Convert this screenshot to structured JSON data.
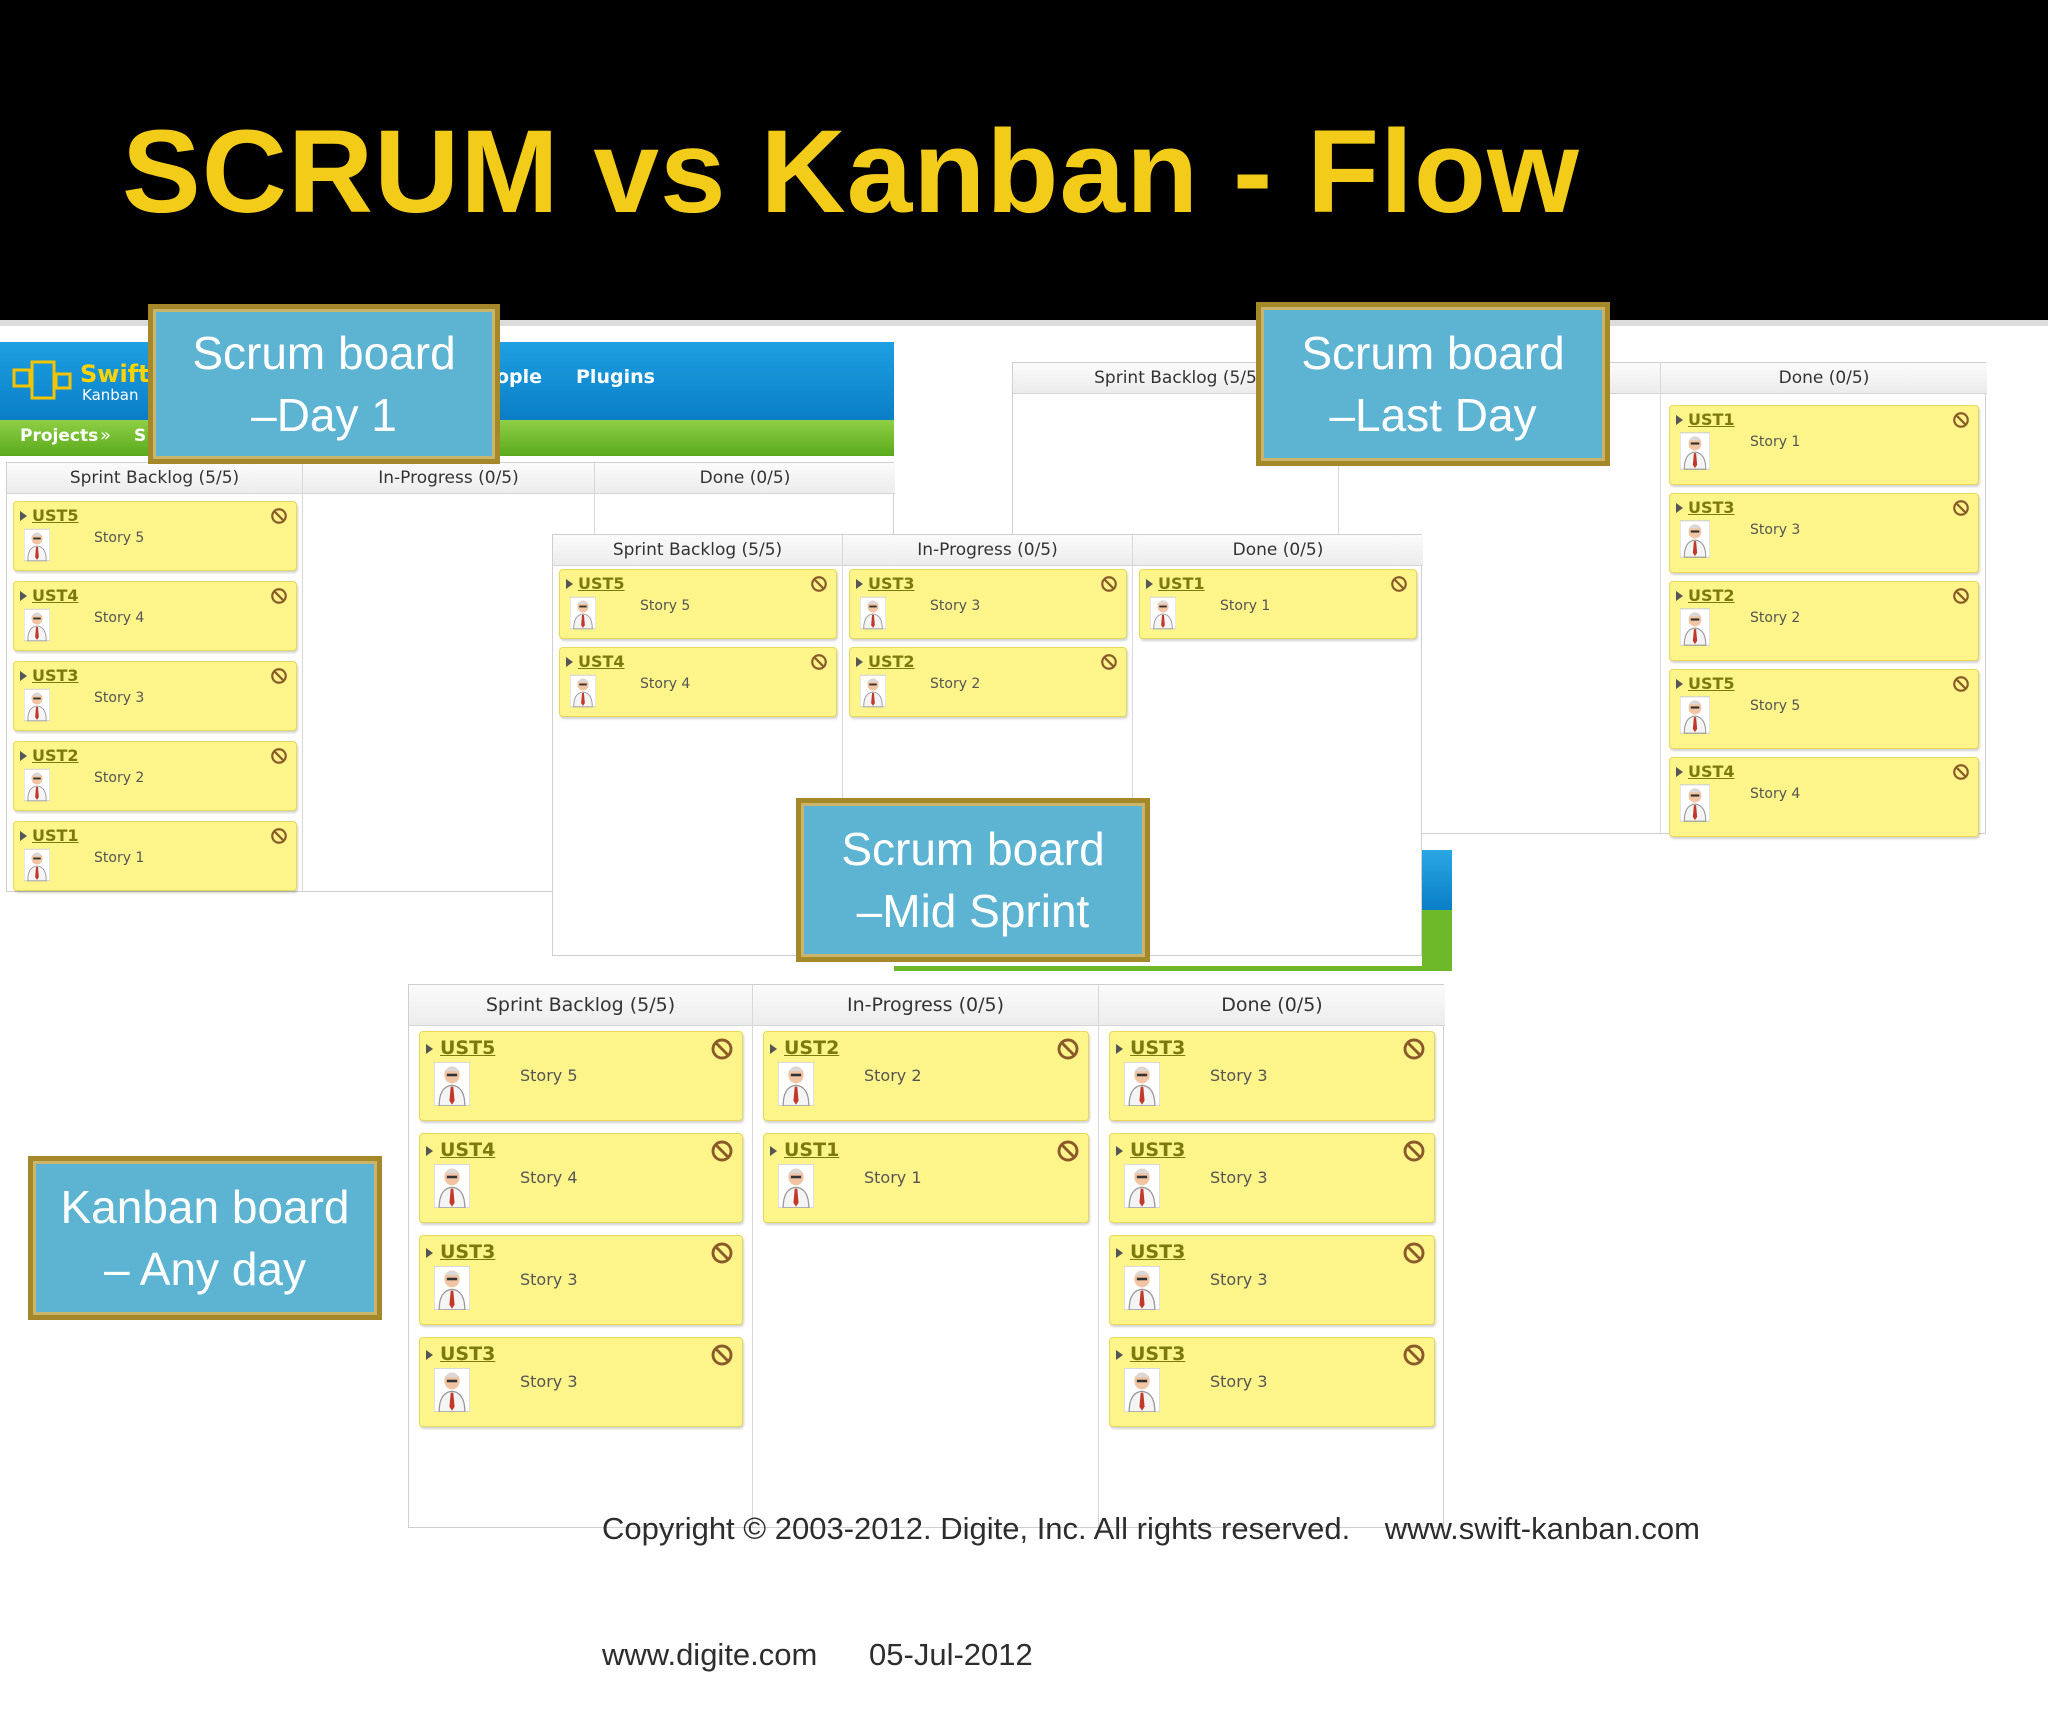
{
  "slide": {
    "title": "SCRUM vs Kanban - Flow"
  },
  "swift_header": {
    "logo_top": "Swift",
    "logo_bottom": "Kanban",
    "nav_partial": "ople",
    "nav_plugins": "Plugins",
    "breadcrumb_projects": "Projects",
    "breadcrumb_sep": "»",
    "breadcrumb_partial": "S"
  },
  "labels": {
    "day1": [
      "Scrum board",
      "–Day 1"
    ],
    "last": [
      "Scrum board",
      "–Last Day"
    ],
    "mid": [
      "Scrum board",
      "–Mid Sprint"
    ],
    "kanban": [
      "Kanban board",
      "– Any day"
    ]
  },
  "boards": {
    "day1": {
      "columns": [
        {
          "title": "Sprint Backlog (5/5)",
          "cards": [
            {
              "id": "UST5",
              "story": "Story 5"
            },
            {
              "id": "UST4",
              "story": "Story 4"
            },
            {
              "id": "UST3",
              "story": "Story 3"
            },
            {
              "id": "UST2",
              "story": "Story 2"
            },
            {
              "id": "UST1",
              "story": "Story 1"
            }
          ]
        },
        {
          "title": "In-Progress (0/5)",
          "cards": []
        },
        {
          "title": "Done (0/5)",
          "cards": []
        }
      ]
    },
    "mid": {
      "columns": [
        {
          "title": "Sprint Backlog (5/5)",
          "cards": [
            {
              "id": "UST5",
              "story": "Story 5"
            },
            {
              "id": "UST4",
              "story": "Story 4"
            }
          ]
        },
        {
          "title": "In-Progress (0/5)",
          "cards": [
            {
              "id": "UST3",
              "story": "Story 3"
            },
            {
              "id": "UST2",
              "story": "Story 2"
            }
          ]
        },
        {
          "title": "Done (0/5)",
          "cards": [
            {
              "id": "UST1",
              "story": "Story 1"
            }
          ]
        }
      ]
    },
    "last": {
      "columns": [
        {
          "title": "Sprint Backlog (5/5",
          "cards": []
        },
        {
          "title": "",
          "cards": []
        },
        {
          "title": "Done (0/5)",
          "cards": [
            {
              "id": "UST1",
              "story": "Story 1"
            },
            {
              "id": "UST3",
              "story": "Story 3"
            },
            {
              "id": "UST2",
              "story": "Story 2"
            },
            {
              "id": "UST5",
              "story": "Story 5"
            },
            {
              "id": "UST4",
              "story": "Story 4"
            }
          ]
        }
      ]
    },
    "kanban": {
      "columns": [
        {
          "title": "Sprint Backlog (5/5)",
          "cards": [
            {
              "id": "UST5",
              "story": "Story 5"
            },
            {
              "id": "UST4",
              "story": "Story 4"
            },
            {
              "id": "UST3",
              "story": "Story 3"
            },
            {
              "id": "UST3",
              "story": "Story 3"
            }
          ]
        },
        {
          "title": "In-Progress (0/5)",
          "cards": [
            {
              "id": "UST2",
              "story": "Story 2"
            },
            {
              "id": "UST1",
              "story": "Story 1"
            }
          ]
        },
        {
          "title": "Done (0/5)",
          "cards": [
            {
              "id": "UST3",
              "story": "Story 3"
            },
            {
              "id": "UST3",
              "story": "Story 3"
            },
            {
              "id": "UST3",
              "story": "Story 3"
            },
            {
              "id": "UST3",
              "story": "Story 3"
            }
          ]
        }
      ]
    }
  },
  "footer": {
    "line1": "Copyright © 2003-2012. Digite, Inc. All rights reserved.    www.swift-kanban.com",
    "line2": "www.digite.com      05-Jul-2012"
  },
  "icons": {
    "card_block": "no-entry-icon",
    "card_avatar": "avatar-icon",
    "card_expand": "expand-triangle-icon"
  },
  "colors": {
    "title": "#f2cc19",
    "card": "#fdf48a",
    "label_bg": "#5db3d2",
    "label_border": "#a5882a"
  }
}
